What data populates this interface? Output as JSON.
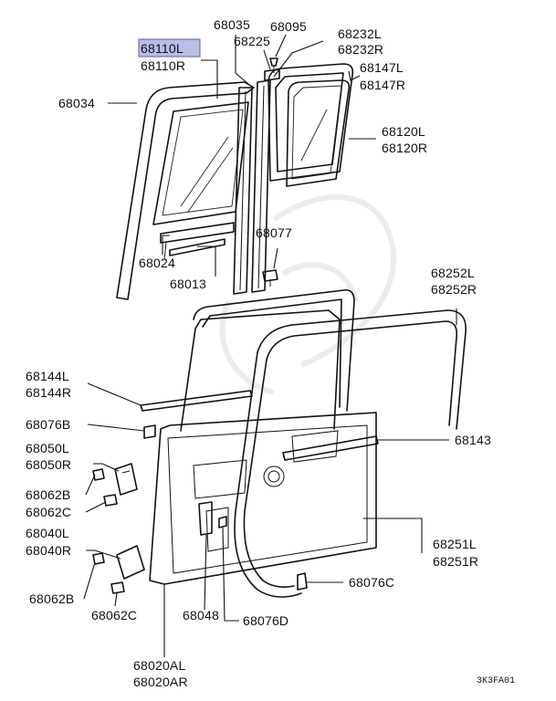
{
  "diagram": {
    "code": "3K3FA01",
    "highlighted_part": "68110L",
    "highlight_color": "#b9bde8",
    "labels": {
      "p68035": "68035",
      "p68095": "68095",
      "p68225": "68225",
      "p68232L": "68232L",
      "p68232R": "68232R",
      "p68110L": "68110L",
      "p68110R": "68110R",
      "p68147L": "68147L",
      "p68147R": "68147R",
      "p68034": "68034",
      "p68120L": "68120L",
      "p68120R": "68120R",
      "p68077": "68077",
      "p68024": "68024",
      "p68013": "68013",
      "p68252L": "68252L",
      "p68252R": "68252R",
      "p68144L": "68144L",
      "p68144R": "68144R",
      "p68076B": "68076B",
      "p68143": "68143",
      "p68050L": "68050L",
      "p68050R": "68050R",
      "p68062B_top": "68062B",
      "p68062C_top": "68062C",
      "p68040L": "68040L",
      "p68040R": "68040R",
      "p68251L": "68251L",
      "p68251R": "68251R",
      "p68062B_bot": "68062B",
      "p68062C_bot": "68062C",
      "p68076C": "68076C",
      "p68048": "68048",
      "p68076D": "68076D",
      "p68020AL": "68020AL",
      "p68020AR": "68020AR"
    }
  }
}
